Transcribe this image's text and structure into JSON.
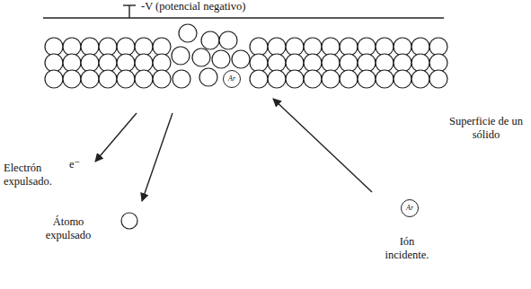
{
  "diagram": {
    "nodes": [
      {
        "text": [
          "Ar"
        ]
      },
      {
        "text": [
          "Ar"
        ]
      }
    ],
    "labels": [
      "-V (potencial negativo)",
      "Superficie de un sólido",
      "Electrón expulsado.",
      "e⁻",
      "Átomo expulsado",
      "Ión incidente."
    ]
  }
}
